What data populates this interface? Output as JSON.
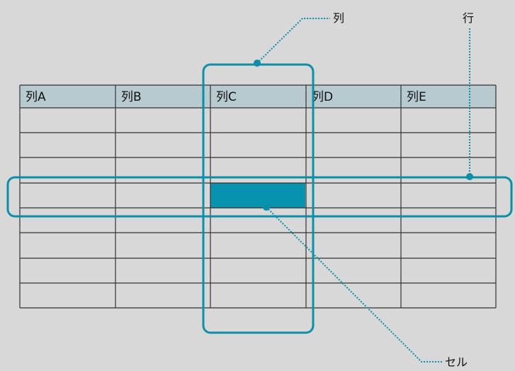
{
  "table": {
    "headers": [
      "列A",
      "列B",
      "列C",
      "列D",
      "列E"
    ],
    "header_color": "#b7cad0",
    "grid_color": "#333333",
    "body_rows": 8
  },
  "highlight": {
    "row": 3,
    "column": 2,
    "accent_color": "#0b8fa8",
    "cell_color": "#0693ad"
  },
  "callouts": {
    "column_label": "列",
    "row_label": "行",
    "cell_label": "セル"
  }
}
